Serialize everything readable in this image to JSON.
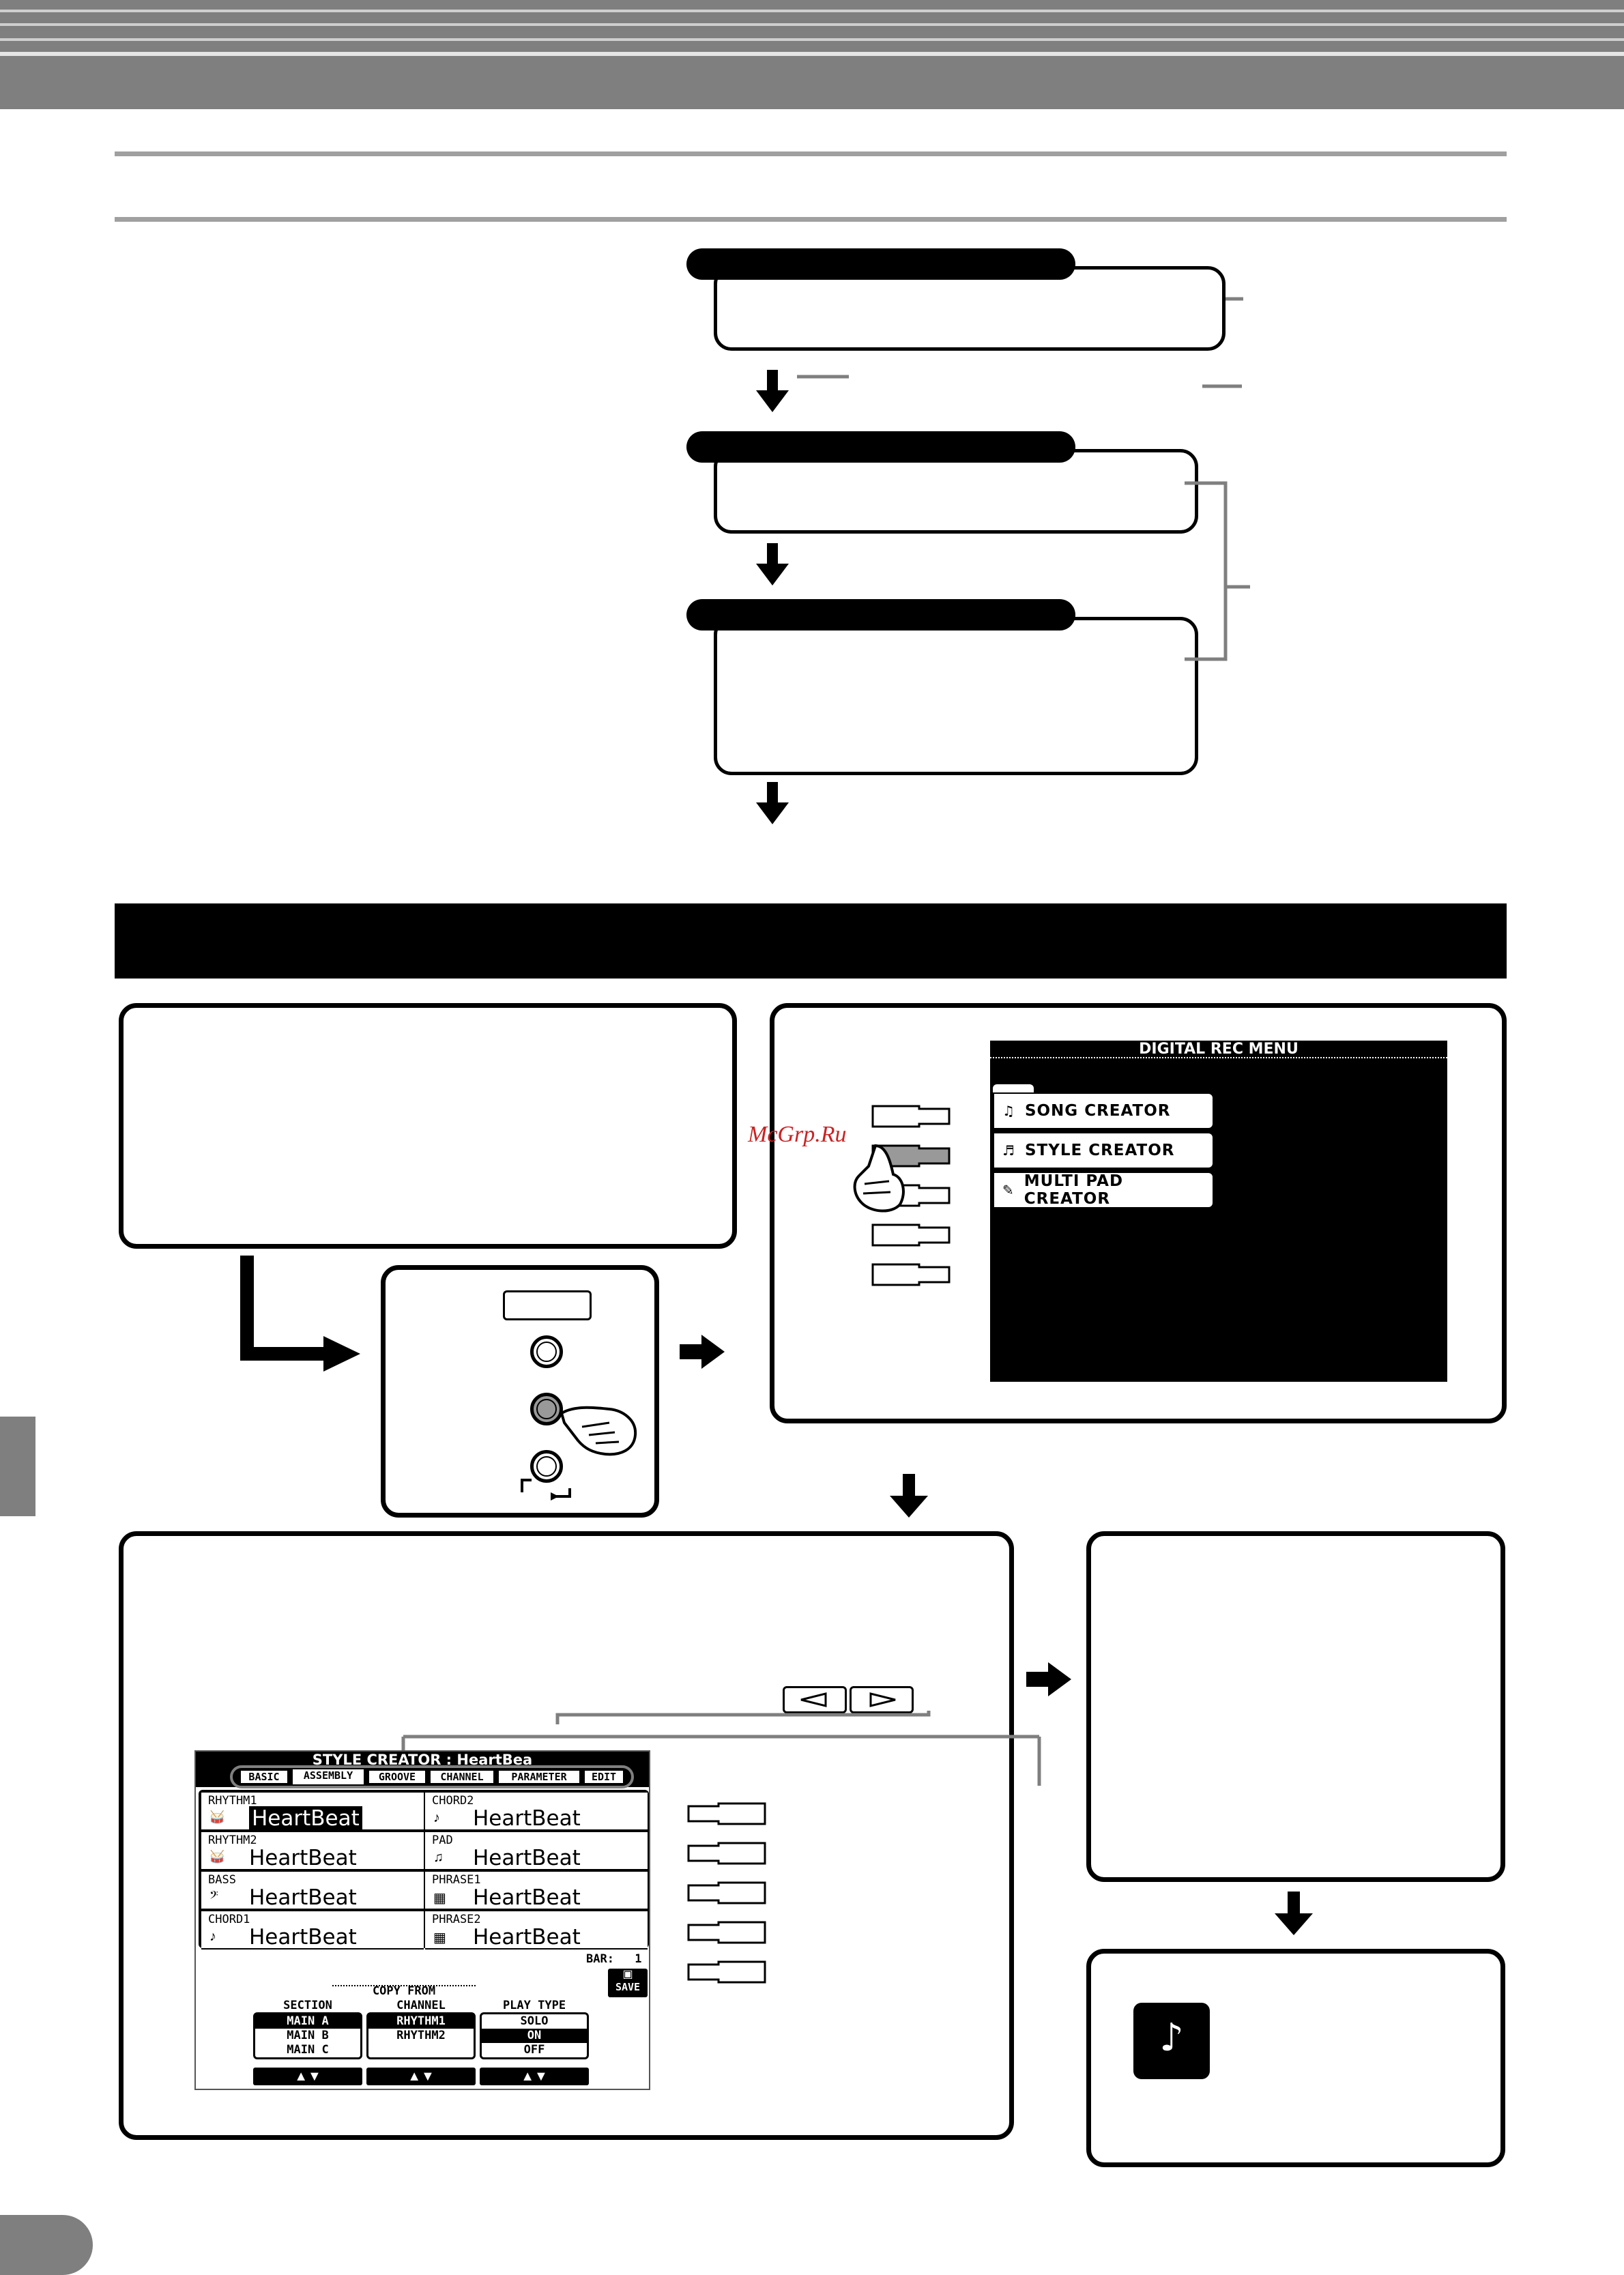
{
  "header": {
    "band_color": "#7f7f7f",
    "accent_gray": "#a0a0a0"
  },
  "overview_box_to_right_arrow": "",
  "section_bar": {
    "color": "#000000"
  },
  "digital_rec_menu": {
    "title": "DIGITAL REC MENU",
    "items": [
      {
        "label": "SONG CREATOR",
        "icon": "song-creator-icon"
      },
      {
        "label": "STYLE CREATOR",
        "icon": "style-creator-icon"
      },
      {
        "label": "MULTI PAD CREATOR",
        "icon": "multi-pad-creator-icon"
      }
    ]
  },
  "watermark": {
    "text": "McGrp.Ru",
    "color": "#cc2222"
  },
  "style_creator": {
    "title": "STYLE CREATOR : HeartBea",
    "tabs": [
      "BASIC",
      "ASSEMBLY",
      "GROOVE",
      "CHANNEL",
      "PARAMETER",
      "EDIT"
    ],
    "active_tab": "ASSEMBLY",
    "left_cells": [
      {
        "label": "RHYTHM1",
        "value": "HeartBeat",
        "icon": "drum-kit-icon",
        "selected": true
      },
      {
        "label": "RHYTHM2",
        "value": "HeartBeat",
        "icon": "drum-kit-icon"
      },
      {
        "label": "BASS",
        "value": "HeartBeat",
        "icon": "bass-guitar-icon"
      },
      {
        "label": "CHORD1",
        "value": "HeartBeat",
        "icon": "guitar-icon"
      }
    ],
    "right_cells": [
      {
        "label": "CHORD2",
        "value": "HeartBeat",
        "icon": "guitar-icon"
      },
      {
        "label": "PAD",
        "value": "HeartBeat",
        "icon": "pad-icon"
      },
      {
        "label": "PHRASE1",
        "value": "HeartBeat",
        "icon": "keyboard-icon"
      },
      {
        "label": "PHRASE2",
        "value": "HeartBeat",
        "icon": "keyboard-icon"
      }
    ],
    "bar_label": "BAR:",
    "bar_value": "1",
    "save_label": "SAVE",
    "copy_from_label": "COPY FROM",
    "columns": [
      {
        "head": "SECTION",
        "options": [
          "MAIN A",
          "MAIN B",
          "MAIN C"
        ],
        "selected": 0
      },
      {
        "head": "CHANNEL",
        "options": [
          "RHYTHM1",
          "RHYTHM2"
        ],
        "selected": 0
      },
      {
        "head": "PLAY TYPE",
        "options": [
          "SOLO",
          "ON",
          "OFF"
        ],
        "selected": 1
      }
    ],
    "arrows": "▲▼"
  },
  "page_number": ""
}
